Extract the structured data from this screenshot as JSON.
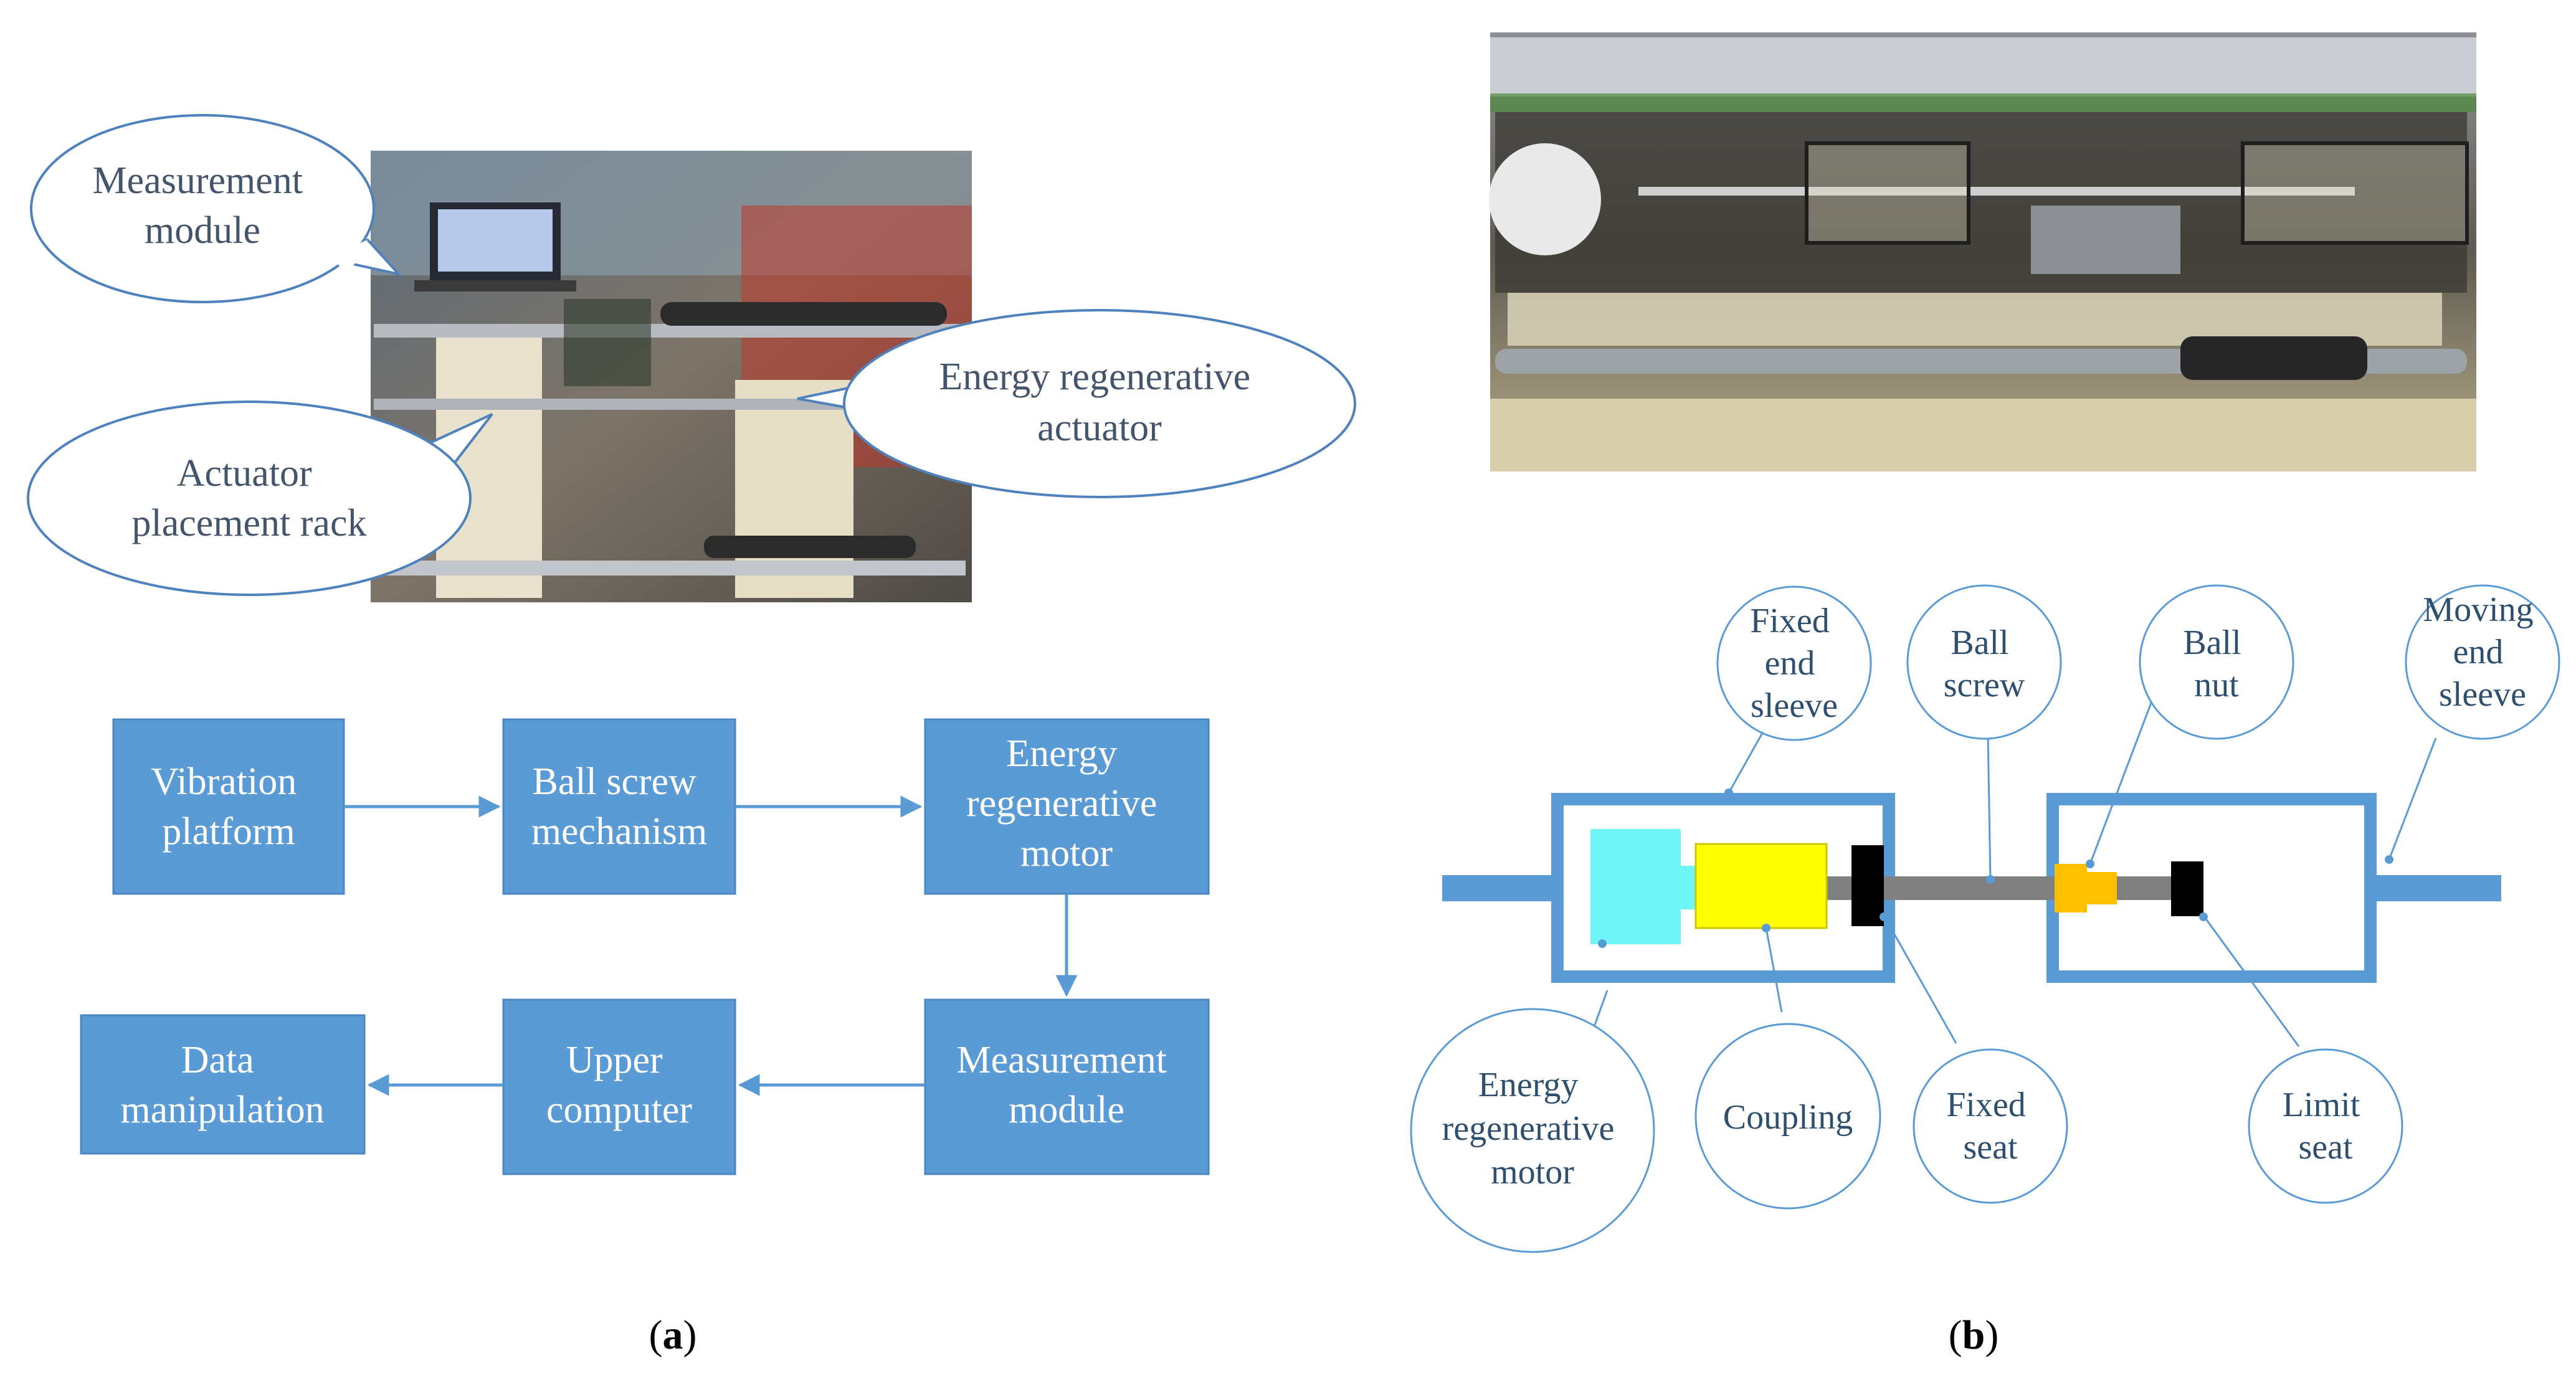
{
  "colors": {
    "box_fill": "#5b9bd5",
    "box_border": "#4a86c0",
    "arrow": "#5b9bd5",
    "bubble_stroke": "#4f81bd",
    "frame_blue": "#5b9bd5",
    "motor_cyan": "#6ff5f5",
    "coupling_yellow": "#ffff00",
    "nut_orange": "#ffc000",
    "shaft_gray": "#808080",
    "seat_black": "#000000"
  },
  "panel_a": {
    "label_prefix": "(",
    "label_letter": "a",
    "label_suffix": ")",
    "photo_callouts": {
      "measurement_module": [
        "Measurement",
        "module"
      ],
      "energy_regenerative_actuator": [
        "Energy regenerative",
        "actuator"
      ],
      "actuator_placement_rack": [
        "Actuator",
        "placement rack"
      ]
    },
    "flow_boxes": {
      "vibration_platform": [
        "Vibration",
        "platform"
      ],
      "ball_screw_mechanism": [
        "Ball screw",
        "mechanism"
      ],
      "energy_regenerative_motor": [
        "Energy",
        "regenerative",
        "motor"
      ],
      "measurement_module": [
        "Measurement",
        "module"
      ],
      "upper_computer": [
        "Upper",
        "computer"
      ],
      "data_manipulation": [
        "Data",
        "manipulation"
      ]
    }
  },
  "panel_b": {
    "label_prefix": "(",
    "label_letter": "b",
    "label_suffix": ")",
    "callouts": {
      "fixed_end_sleeve": [
        "Fixed",
        "end",
        "sleeve"
      ],
      "ball_screw": [
        "Ball",
        "screw"
      ],
      "ball_nut": [
        "Ball",
        "nut"
      ],
      "moving_end_sleeve": [
        "Moving",
        "end",
        "sleeve"
      ],
      "energy_regenerative_motor": [
        "Energy",
        "regenerative",
        "motor"
      ],
      "coupling": [
        "Coupling"
      ],
      "fixed_seat": [
        "Fixed",
        "seat"
      ],
      "limit_seat": [
        "Limit",
        "seat"
      ]
    }
  }
}
